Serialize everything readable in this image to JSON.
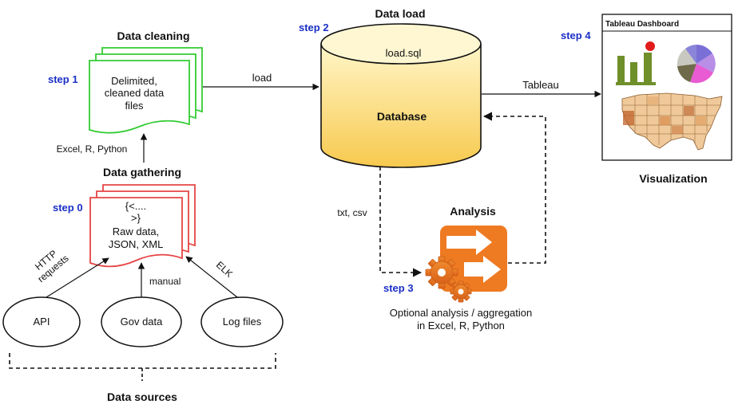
{
  "steps": {
    "step0": "step 0",
    "step1": "step 1",
    "step2": "step 2",
    "step3": "step 3",
    "step4": "step 4"
  },
  "data_cleaning": {
    "title": "Data cleaning",
    "doc_lines": [
      "Delimited,",
      "cleaned data",
      "files"
    ],
    "input_label": "Excel, R, Python"
  },
  "data_gathering": {
    "title": "Data gathering",
    "doc_lines": [
      "{<....",
      ">}",
      "Raw data,",
      "JSON, XML"
    ]
  },
  "data_sources": {
    "title": "Data sources",
    "api": "API",
    "gov": "Gov data",
    "logs": "Log files",
    "http_label_1": "HTTP",
    "http_label_2": "requests",
    "manual_label": "manual",
    "elk_label": "ELK"
  },
  "data_load": {
    "title": "Data load",
    "load_label": "load",
    "db_script": "load.sql",
    "db_name": "Database",
    "export_label": "txt, csv"
  },
  "analysis": {
    "title": "Analysis",
    "caption_1": "Optional analysis / aggregation",
    "caption_2": "in Excel, R, Python"
  },
  "visualization": {
    "tool_label": "Tableau",
    "dashboard_title": "Tableau Dashboard",
    "title": "Visualization"
  },
  "colors": {
    "cleaning_stroke": "#33cc33",
    "gathering_stroke": "#e64545",
    "db_fill_top": "#fff6c8",
    "db_fill_bottom": "#f7c94e",
    "analysis_orange": "#ee7a22",
    "step_blue": "#1a2fc7",
    "bar_green": "#6f8f2a"
  }
}
